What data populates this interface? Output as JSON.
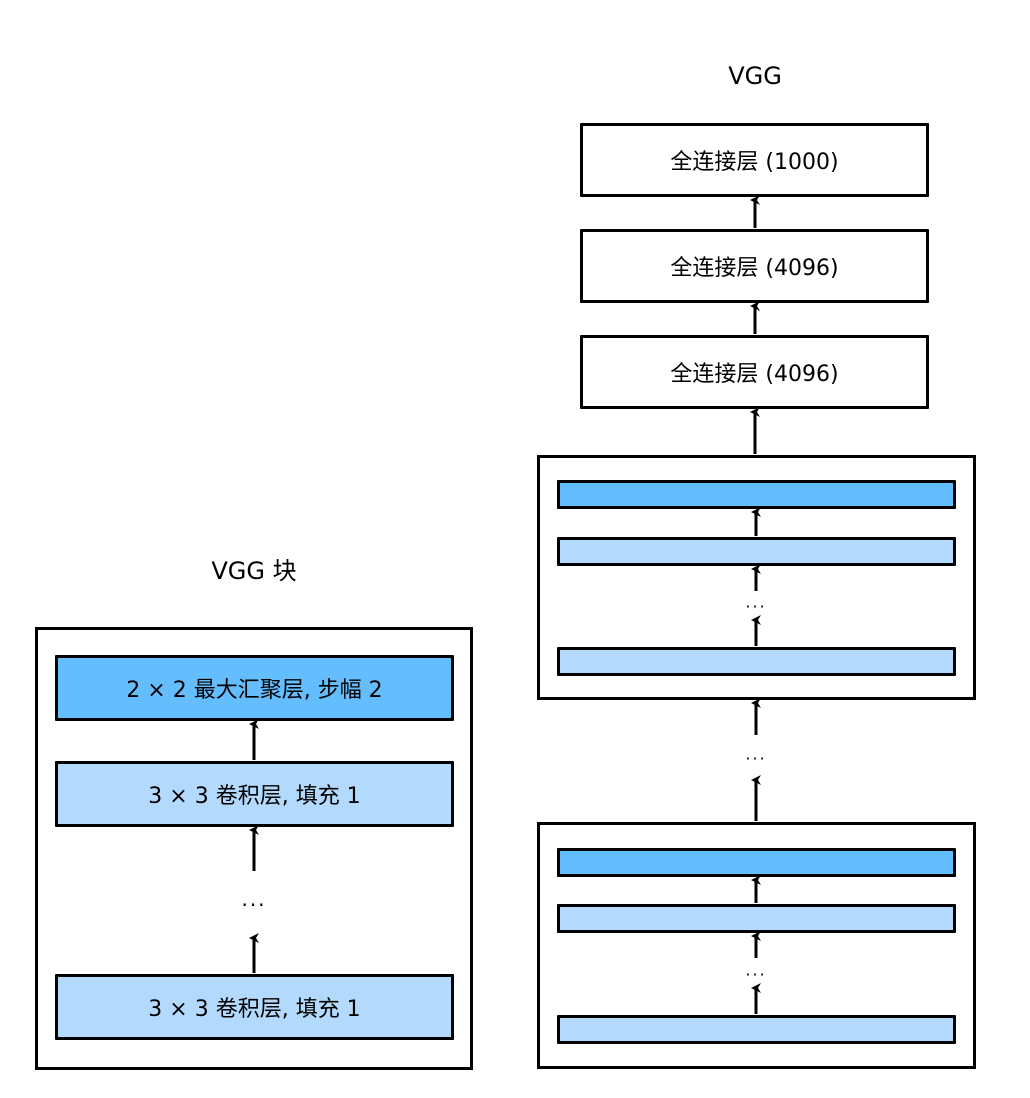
{
  "colors": {
    "pool_layer": "#64bdfc",
    "conv_layer": "#b3dafc",
    "fc_layer": "#ffffff",
    "stroke": "#000000"
  },
  "vgg_block": {
    "title": "VGG 块",
    "layers": [
      {
        "label": "2 × 2 最大汇聚层, 步幅 2",
        "kind": "pool"
      },
      {
        "label": "3 × 3 卷积层, 填充 1",
        "kind": "conv"
      },
      {
        "label": "3 × 3 卷积层, 填充 1",
        "kind": "conv"
      }
    ],
    "ellipsis": "···"
  },
  "vgg": {
    "title": "VGG",
    "fc_layers": [
      {
        "label": "全连接层 (1000)"
      },
      {
        "label": "全连接层 (4096)"
      },
      {
        "label": "全连接层 (4096)"
      }
    ],
    "blocks": [
      {
        "layers": [
          "pool",
          "conv",
          "conv"
        ],
        "ellipsis": "···"
      },
      {
        "layers": [
          "pool",
          "conv",
          "conv"
        ],
        "ellipsis": "···"
      }
    ],
    "between_blocks_ellipsis": "···"
  }
}
